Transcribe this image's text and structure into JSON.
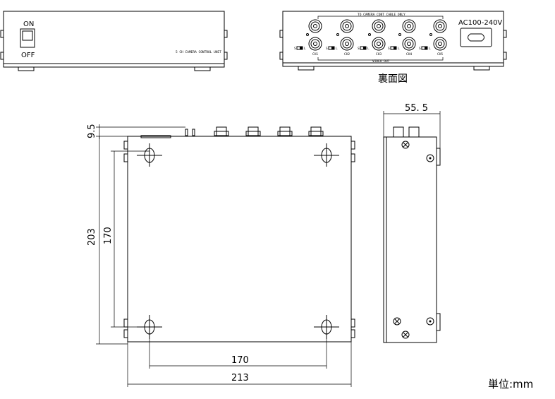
{
  "front_view": {
    "switch_on": "ON",
    "switch_off": "OFF",
    "panel_label": "5 CH CAMERA CONTROL UNIT"
  },
  "rear_view": {
    "top_label": "TO CAMERA CONT CABLE ONLY",
    "power_label": "AC100-240V",
    "bottom_label": "VIDEO OUT",
    "channels": [
      "CH1",
      "CH2",
      "CH3",
      "CH4",
      "CH5"
    ],
    "switch_s": "S",
    "switch_l": "L",
    "caption": "裏面図"
  },
  "top_view": {
    "dim_top_margin": "9.5",
    "dim_height_total": "203",
    "dim_height_mount": "170",
    "dim_width_mount": "170",
    "dim_width_total": "213"
  },
  "side_view": {
    "dim_depth": "55. 5"
  },
  "unit": "単位:mm"
}
